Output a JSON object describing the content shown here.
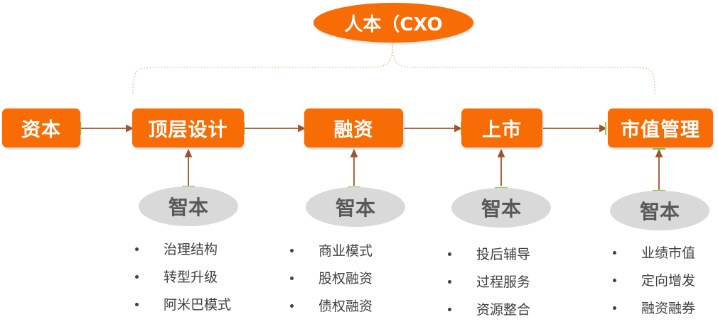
{
  "top": {
    "label": "人本（CXO"
  },
  "stages": [
    {
      "label": "资本"
    },
    {
      "label": "顶层设计"
    },
    {
      "label": "融资"
    },
    {
      "label": "上市"
    },
    {
      "label": "市值管理"
    }
  ],
  "supports": [
    {
      "label": "智本",
      "items": [
        "治理结构",
        "转型升级",
        "阿米巴模式"
      ]
    },
    {
      "label": "智本",
      "items": [
        "商业模式",
        "股权融资",
        "债权融资"
      ]
    },
    {
      "label": "智本",
      "items": [
        "投后辅导",
        "过程服务",
        "资源整合"
      ]
    },
    {
      "label": "智本",
      "items": [
        "业绩市值",
        "定向增发",
        "融资融券"
      ]
    }
  ],
  "colors": {
    "accent": "#f86c05",
    "oval": "#d9d9d9",
    "arrow": "#a0522d",
    "dotted": "#e8b48a",
    "handle": "#8fd14f"
  }
}
